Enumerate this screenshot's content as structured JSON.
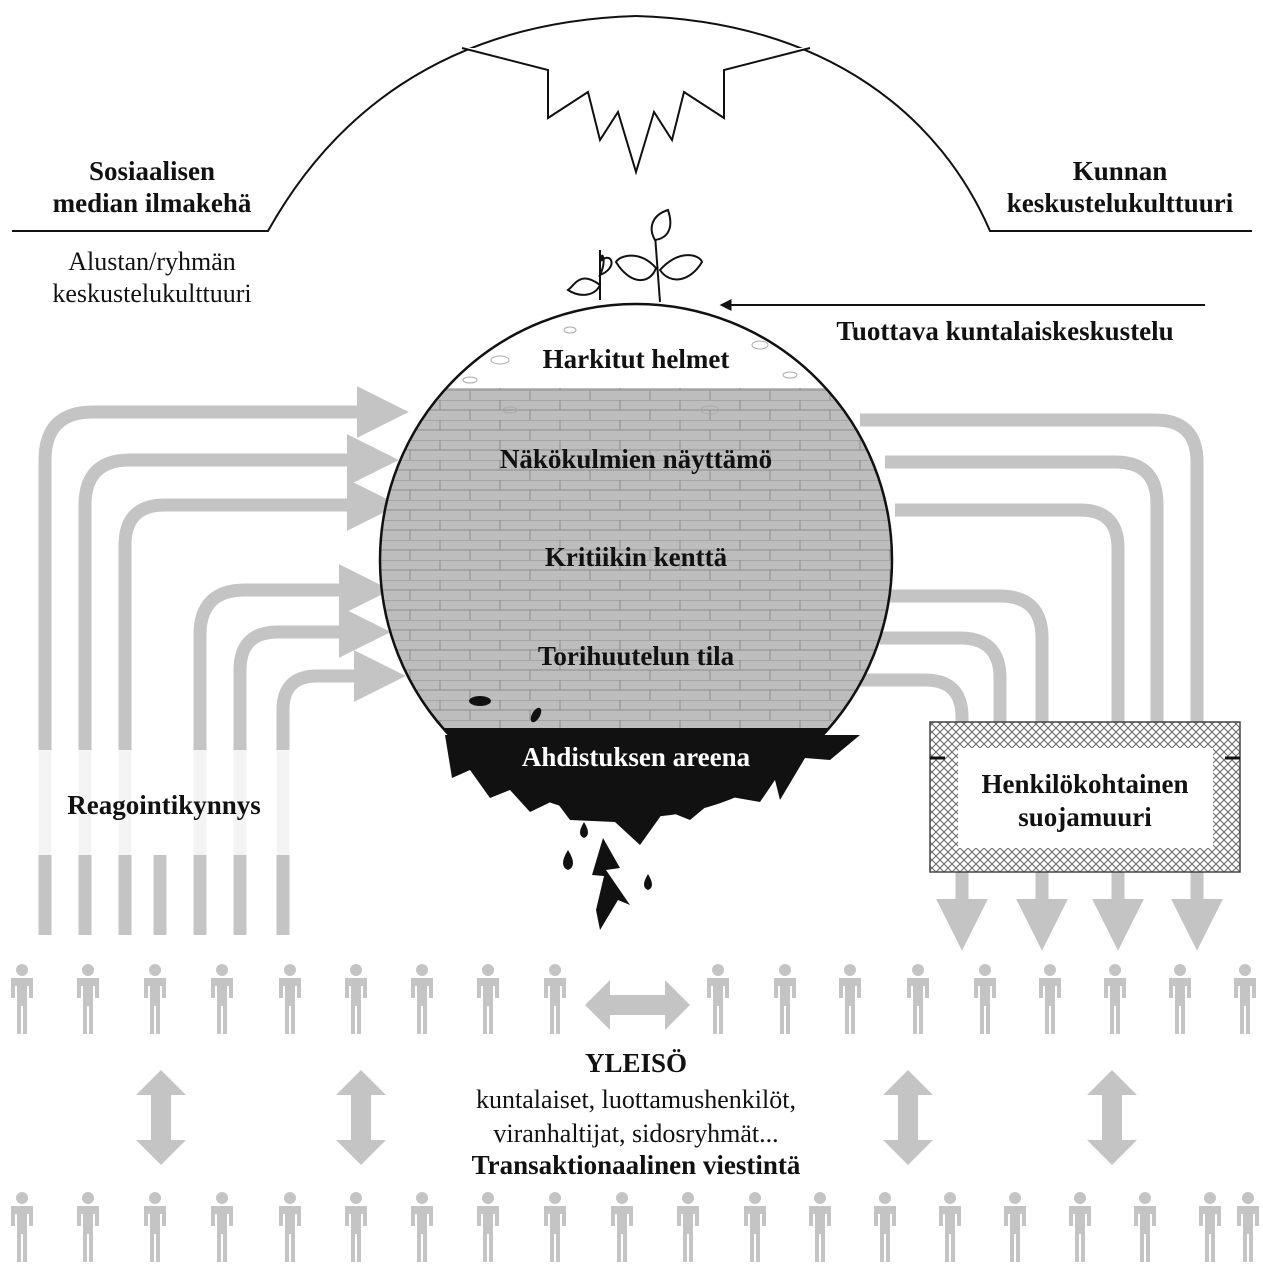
{
  "atmosphere": {
    "left_title": [
      "Sosiaalisen",
      "median ilmakehä"
    ],
    "right_title": [
      "Kunnan",
      "keskustelukulttuuri"
    ],
    "sub_left": [
      "Alustan/ryhmän",
      "keskustelukulttuuri"
    ]
  },
  "productive_discussion": "Tuottava kuntalaiskeskustelu",
  "layers": [
    "Harkitut helmet",
    "Näkökulmien näyttämö",
    "Kritiikin kenttä",
    "Torihuutelun tila",
    "Ahdistuksen areena"
  ],
  "threshold": "Reagointikynnys",
  "wall": [
    "Henkilökohtainen",
    "suojamuuri"
  ],
  "audience": {
    "title": "YLEISÖ",
    "lines": [
      "kuntalaiset, luottamushenkilöt,",
      "viranhaltijat, sidosryhmät..."
    ],
    "transaction": "Transaktionaalinen viestintä"
  },
  "colors": {
    "arrow": "#c4c4c4",
    "ground": "#bdbdbd",
    "ink": "#111111",
    "person": "#c4c4c4"
  }
}
